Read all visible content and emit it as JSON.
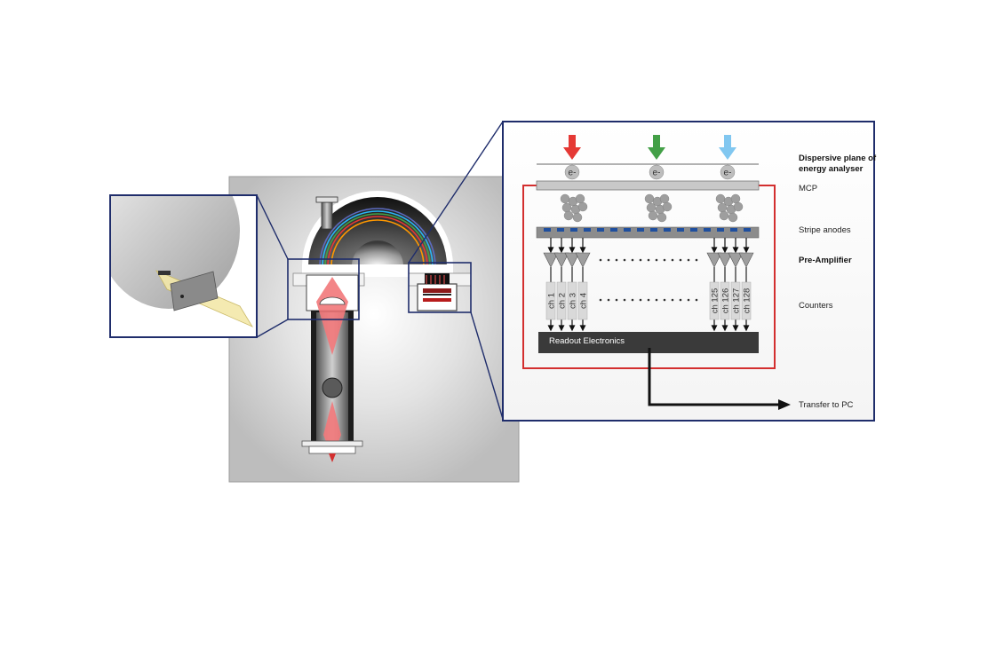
{
  "electron_label": "e-",
  "labels": {
    "dispersive_plane_line1": "Dispersive plane of",
    "dispersive_plane_line2": "energy analyser",
    "mcp": "MCP",
    "stripe_anodes": "Stripe anodes",
    "pre_amplifier": "Pre-Amplifier",
    "counters": "Counters",
    "readout_electronics": "Readout Electronics",
    "transfer_to_pc": "Transfer to PC"
  },
  "channels_left": [
    "ch 1",
    "ch 2",
    "ch 3",
    "ch 4"
  ],
  "channels_right": [
    "ch 125",
    "ch 126",
    "ch 127",
    "ch 128"
  ],
  "colors": {
    "arrow_high": "#e53935",
    "arrow_mid": "#43a047",
    "arrow_low": "#81c7f0",
    "frame_blue": "#1f2d6b",
    "detector_border": "#d32f2f",
    "readout_bar": "#3a3a3a",
    "anode_stripe": "#1f4f9e",
    "beam_red": "#f2787a"
  }
}
